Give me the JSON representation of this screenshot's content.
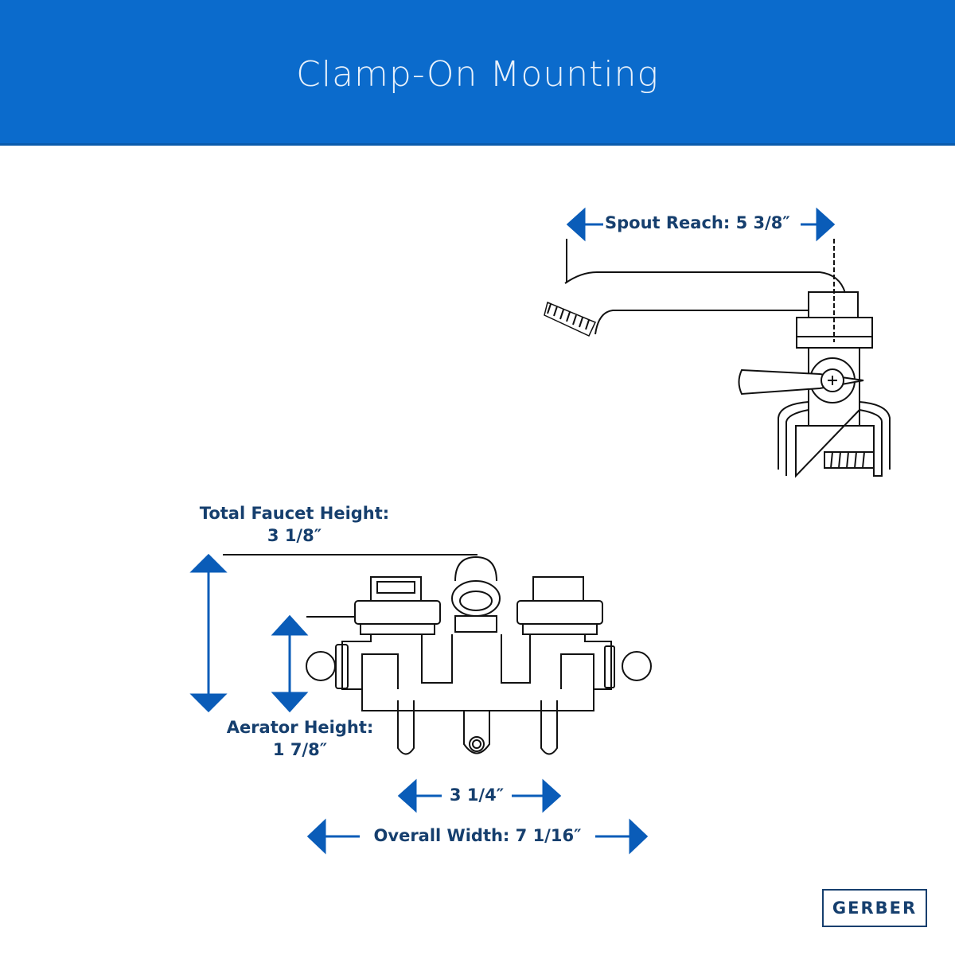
{
  "header": {
    "title": "Clamp-On Mounting"
  },
  "dimensions": {
    "spout_reach": "Spout Reach: 5 3/8″",
    "total_height_label": "Total Faucet Height:",
    "total_height_value": "3 1/8″",
    "aerator_height_label": "Aerator Height:",
    "aerator_height_value": "1 7/8″",
    "center_spacing": "3 1/4″",
    "overall_width": "Overall Width: 7 1/16″"
  },
  "brand": {
    "logo": "GERBER"
  },
  "colors": {
    "header": "#0b6bcc",
    "arrow": "#0a5cb8",
    "text": "#163f6e"
  }
}
